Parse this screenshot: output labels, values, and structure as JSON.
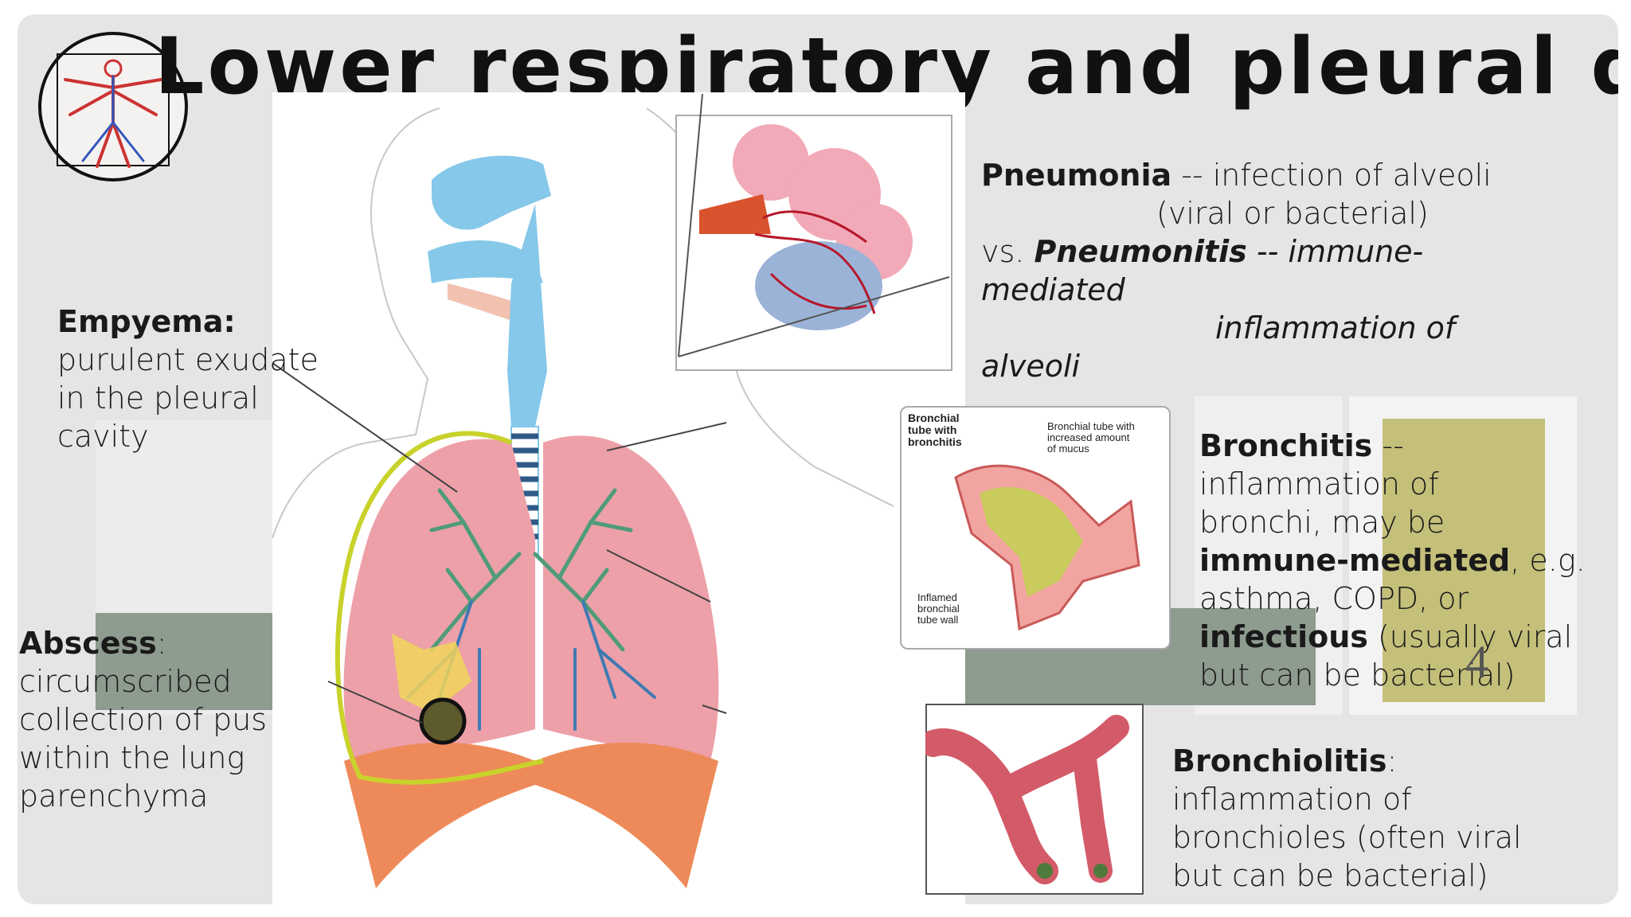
{
  "title": "Lower respiratory and pleural disease",
  "page_number": "4",
  "pneumonia": {
    "term": "Pneumonia",
    "definition_1": "-- infection of alveoli",
    "definition_2": "(viral or bacterial)",
    "vs": "vs.",
    "term_2": "Pneumonitis",
    "definition_3": "-- immune-",
    "definition_4": "mediated",
    "definition_5": "inflammation of",
    "definition_6": "alveoli"
  },
  "empyema": {
    "term": "Empyema:",
    "lines": [
      "purulent exudate",
      "in the pleural",
      "cavity"
    ]
  },
  "abscess": {
    "term": "Abscess",
    "colon": ":",
    "lines": [
      "circumscribed",
      "collection of pus",
      "within the lung",
      "parenchyma"
    ]
  },
  "bronchitis": {
    "term": "Bronchitis",
    "dash": "--",
    "line_1": "inflammation of",
    "line_2": "bronchi, may be",
    "immune": "immune-mediated",
    "line_3_rest": ", e.g.",
    "line_4": "asthma, COPD, or",
    "infectious": "infectious",
    "line_5_rest": " (usually viral",
    "line_6": "but can be bacterial)"
  },
  "bronchiolitis": {
    "term": "Bronchiolitis",
    "colon": ":",
    "lines": [
      "inflammation of",
      "bronchioles (often viral",
      "but can be bacterial)"
    ]
  },
  "bronchitis_inset": {
    "label_1": [
      "Bronchial",
      "tube with",
      "bronchitis"
    ],
    "label_2": [
      "Bronchial tube with",
      "increased amount",
      "of mucus"
    ],
    "label_3": [
      "Inflamed",
      "bronchial",
      "tube wall"
    ]
  },
  "colors": {
    "accent_olive": "#c4c07a",
    "accent_gray_green": "#8e9b8f",
    "pleura_outline": "#c8d22a",
    "airway_blue": "#86c8ea",
    "lung_pink": "#eda0a8",
    "diaphragm_orange": "#ee8a5a"
  }
}
